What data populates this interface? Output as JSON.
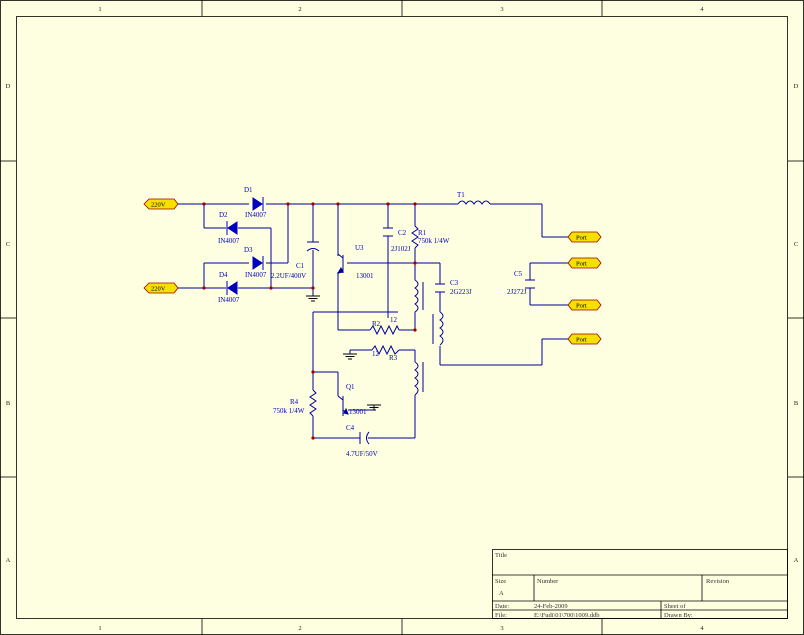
{
  "sheet": {
    "zones_top": [
      "1",
      "2",
      "3",
      "4"
    ],
    "zones_bottom": [
      "1",
      "2",
      "3",
      "4"
    ],
    "zones_left": [
      "D",
      "C",
      "B",
      "A"
    ],
    "zones_right": [
      "D",
      "C",
      "B",
      "A"
    ]
  },
  "ports": {
    "input_top": "220V",
    "input_bottom": "220V",
    "out1": "Port",
    "out2": "Port",
    "out3": "Port",
    "out4": "Port"
  },
  "components": {
    "d1": "D1",
    "d1_value": "IN4007",
    "d2": "D2",
    "d2_value": "IN4007",
    "d3": "D3",
    "d3_value": "IN4007",
    "d4": "D4",
    "d4_value": "IN4007",
    "c1": "C1",
    "c1_value": "2.2UF/400V",
    "u3": "U3",
    "u3_value": "13001",
    "c2": "C2",
    "c2_value": "2J102J",
    "r1": "R1",
    "r1_value": "750k 1/4W",
    "t1": "T1",
    "c3": "C3",
    "c3_value": "2G223J",
    "c5": "C5",
    "c5_value": "2J272J",
    "r2": "R2",
    "r2_value": "12",
    "r3": "R3",
    "r3_value": "12",
    "r4": "R4",
    "r4_value": "750k 1/4W",
    "q1": "Q1",
    "q1_value": "13001",
    "c4": "C4",
    "c4_value": "4.7UF/50V"
  },
  "title_block": {
    "title_label": "Title",
    "size_label": "Size",
    "size_value": "A",
    "number_label": "Number",
    "revision_label": "Revision",
    "date_label": "Date:",
    "date_value": "24-Feb-2009",
    "sheet_label": "Sheet    of",
    "file_label": "File:",
    "file_value": "E:\\Fudi\\01\\700\\1009.ddb",
    "drawn_label": "Drawn By:"
  }
}
